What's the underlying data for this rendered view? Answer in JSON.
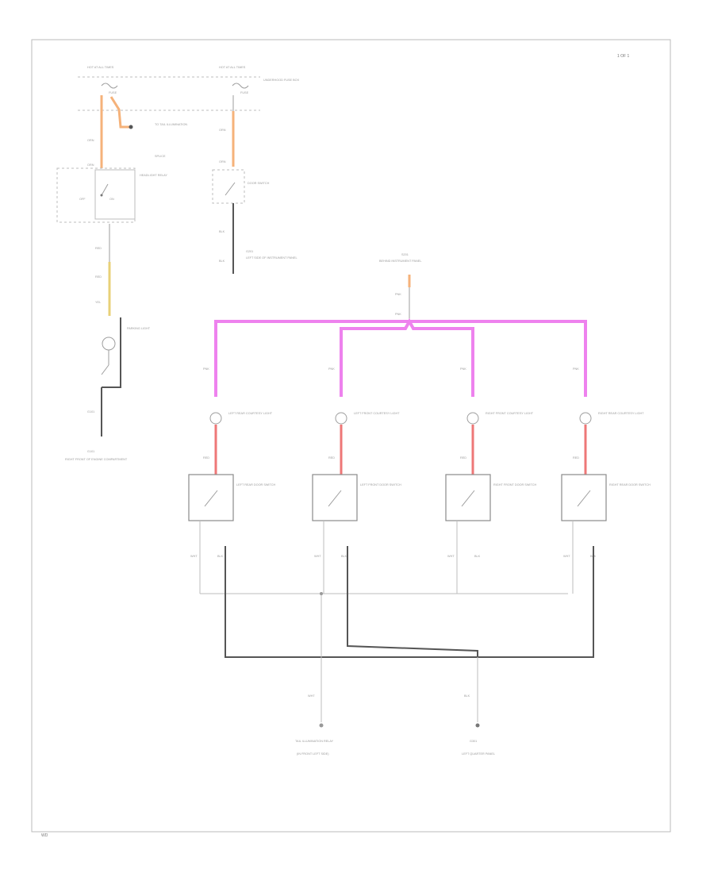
{
  "page": {
    "corner_label": "1 OF 1",
    "footer_label": "WD"
  },
  "header": {
    "left_fuse_panel": "HOT AT ALL TIMES",
    "right_fuse_panel": "HOT AT ALL TIMES",
    "underhood_box": "UNDERHOOD FUSE BOX",
    "left_fuse": "FUSE",
    "right_fuse": "FUSE"
  },
  "left_circuit": {
    "to_text": "TO TAIL ILLUMINATION",
    "splice_text": "SPLICE",
    "relay_label": "HEADLIGHT RELAY",
    "off_label": "OFF",
    "on_label": "ON",
    "wire_1": "ORN",
    "wire_2": "ORN",
    "wire_3": "RED",
    "wire_4": "RED",
    "wire_5": "YEL",
    "lamp_label": "PARKING LIGHT",
    "ground_label": "G101",
    "ground_caption": "RIGHT FRONT OF ENGINE COMPARTMENT"
  },
  "right_circuit": {
    "switch_label": "DOOR SWITCH",
    "wire_1": "ORN",
    "wire_2": "ORN",
    "wire_3": "BLK",
    "wire_4": "BLK",
    "ground_label": "G201",
    "ground_caption": "LEFT SIDE OF INSTRUMENT PANEL"
  },
  "center": {
    "splice_label": "S201",
    "splice_caption": "BEHIND INSTRUMENT PANEL",
    "wire_label": "PNK",
    "junction_label": "PNK"
  },
  "channels": [
    {
      "wire_top": "PNK",
      "lamp_label": "LEFT REAR COURTESY LIGHT",
      "wire_mid": "RED",
      "switch_label": "LEFT REAR DOOR SWITCH",
      "wire_left": "WHT",
      "wire_right": "BLK"
    },
    {
      "wire_top": "PNK",
      "lamp_label": "LEFT FRONT COURTESY LIGHT",
      "wire_mid": "RED",
      "switch_label": "LEFT FRONT DOOR SWITCH",
      "wire_left": "WHT",
      "wire_right": "BLK"
    },
    {
      "wire_top": "PNK",
      "lamp_label": "RIGHT FRONT COURTESY LIGHT",
      "wire_mid": "RED",
      "switch_label": "RIGHT FRONT DOOR SWITCH",
      "wire_left": "WHT",
      "wire_right": "BLK"
    },
    {
      "wire_top": "PNK",
      "lamp_label": "RIGHT REAR COURTESY LIGHT",
      "wire_mid": "RED",
      "switch_label": "RIGHT REAR DOOR SWITCH",
      "wire_left": "WHT",
      "wire_right": "BLK"
    }
  ],
  "bottom": {
    "left_wire": "WHT",
    "left_caption": "TAIL ILLUMINATION RELAY",
    "left_caption_2": "(IN FRONT LEFT SIDE)",
    "right_wire": "BLK",
    "right_caption": "G301",
    "right_caption_2": "LEFT QUARTER PANEL"
  },
  "colors": {
    "pink_wire": "#ee82ee",
    "red_wire": "#ee7777",
    "orange_wire": "#f5b27a",
    "yellow_wire": "#e8d078",
    "ground_wire": "#555555"
  }
}
